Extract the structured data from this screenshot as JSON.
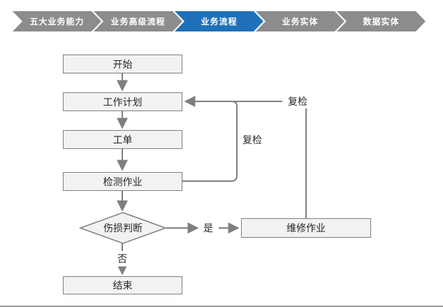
{
  "breadcrumb": {
    "active_index": 2,
    "items": [
      {
        "label": "五大业务能力"
      },
      {
        "label": "业务高级流程"
      },
      {
        "label": "业务流程"
      },
      {
        "label": "业务实体"
      },
      {
        "label": "数据实体"
      }
    ]
  },
  "flowchart": {
    "nodes": {
      "start": {
        "label": "开始"
      },
      "work_plan": {
        "label": "工作计划"
      },
      "work_order": {
        "label": "工单"
      },
      "inspection": {
        "label": "检测作业"
      },
      "damage_judgment": {
        "label": "伤损判断"
      },
      "repair": {
        "label": "维修作业"
      },
      "end": {
        "label": "结束"
      }
    },
    "edge_labels": {
      "yes": "是",
      "no": "否",
      "recheck_inner": "复检",
      "recheck_outer": "复检"
    }
  },
  "colors": {
    "tab_active": "#1F70B8",
    "tab_inactive": "#8C8C8C",
    "node_fill": "#F2F2F2",
    "node_border": "#7F7F7F",
    "connector": "#7F7F7F"
  }
}
